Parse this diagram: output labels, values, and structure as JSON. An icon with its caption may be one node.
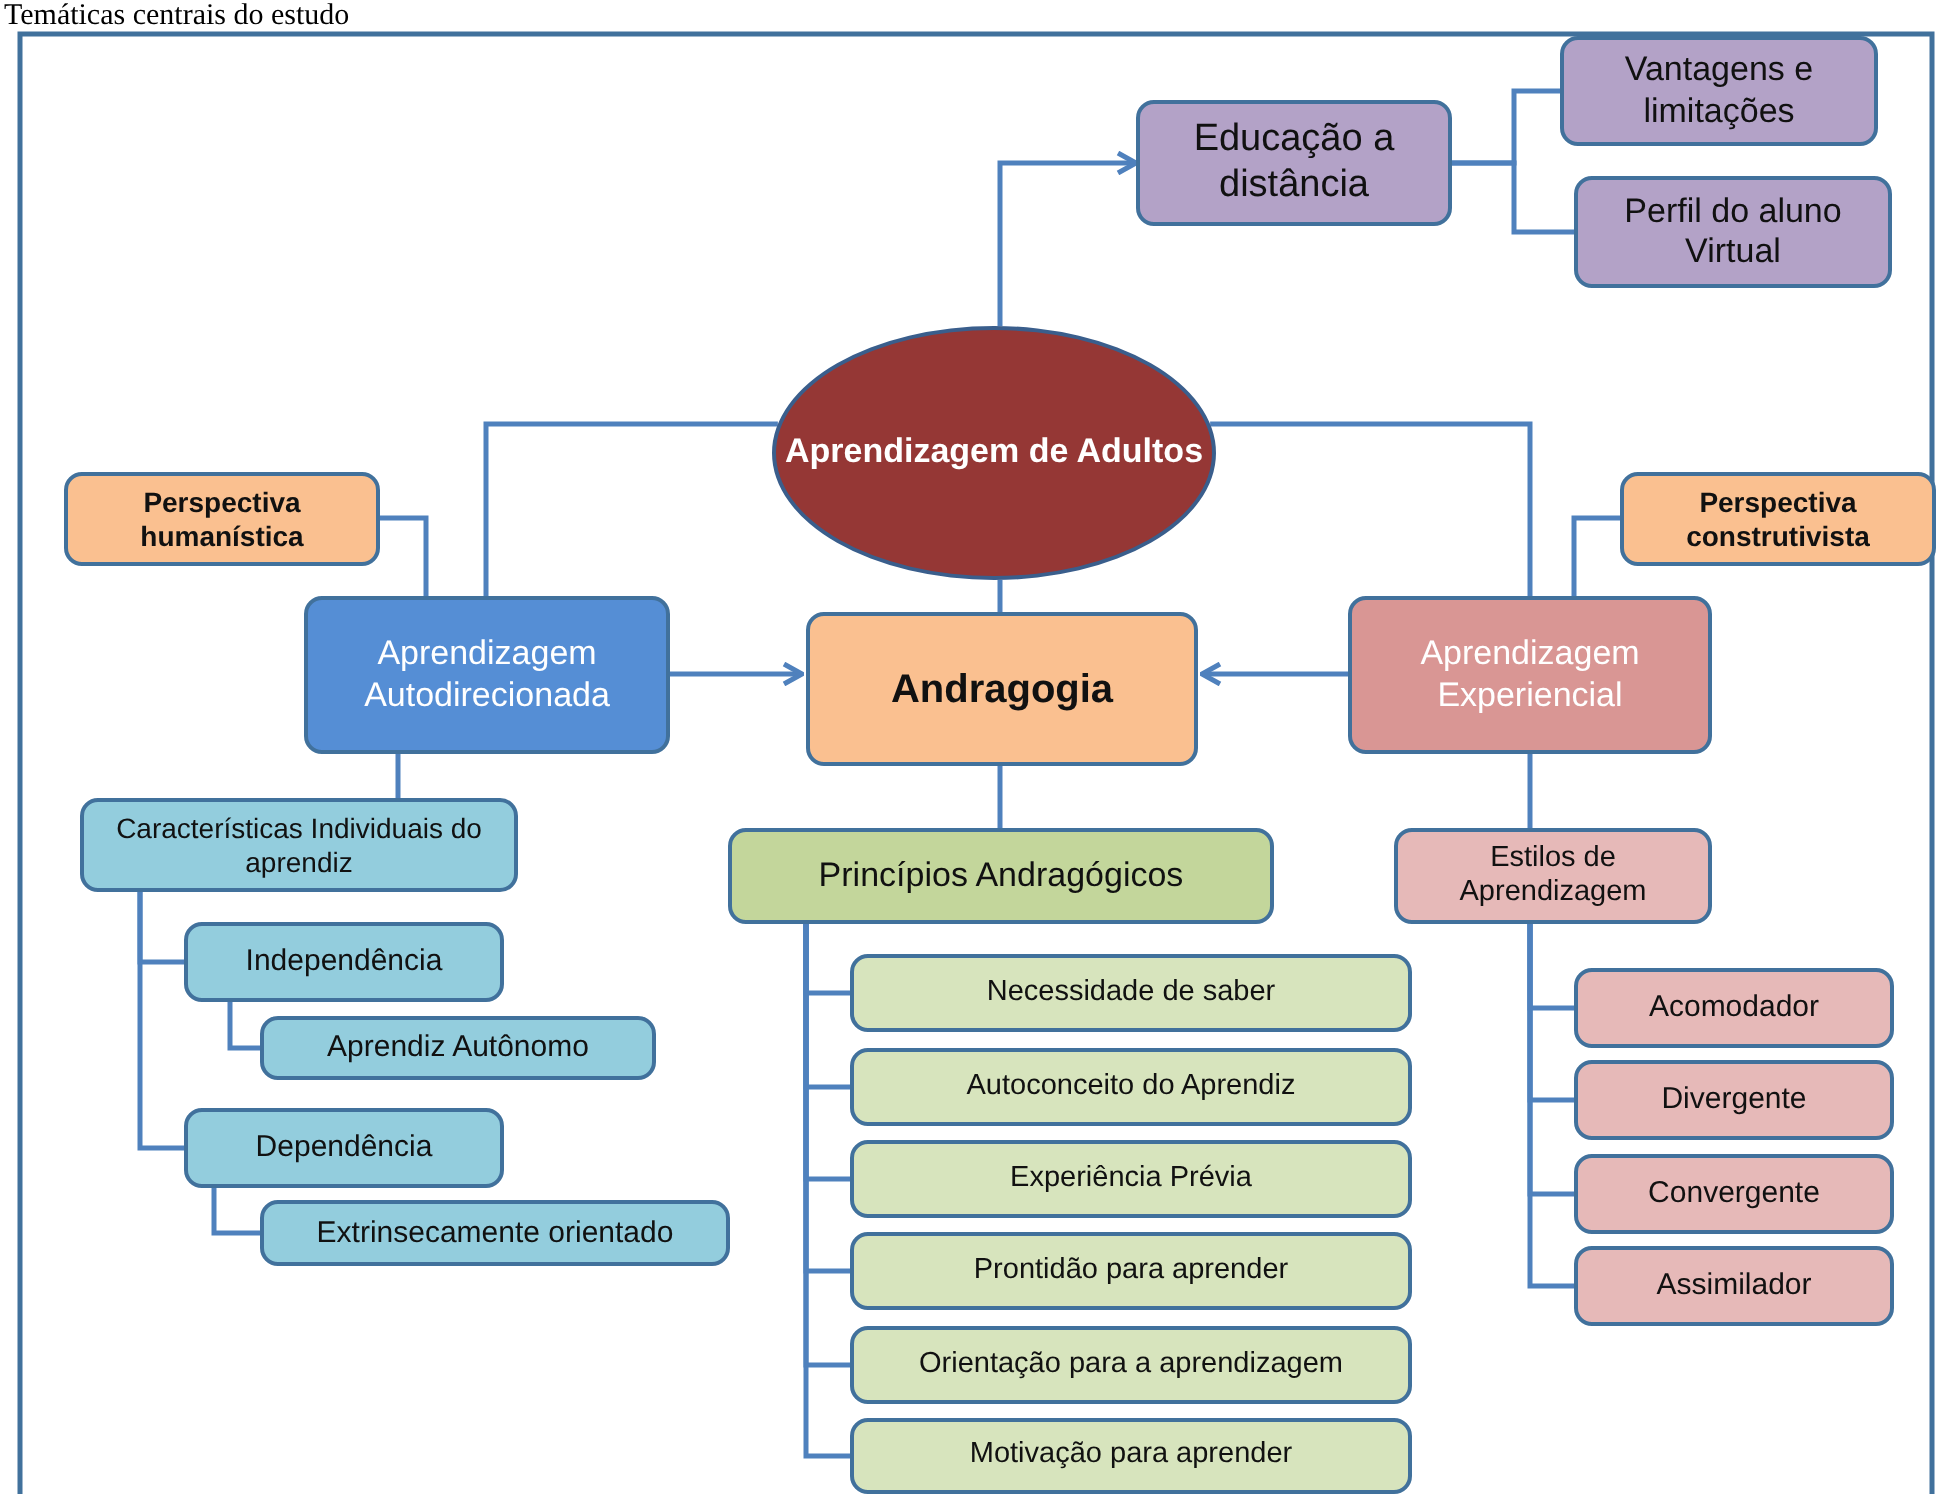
{
  "diagram": {
    "title": "Temáticas centrais do estudo",
    "nodes": [
      {
        "text": [
          "Aprendizagem de Adultos"
        ]
      },
      {
        "text": [
          "Educação a distância"
        ]
      },
      {
        "text": [
          "Vantagens e limitações"
        ]
      },
      {
        "text": [
          "Perfil do aluno Virtual"
        ]
      },
      {
        "text": [
          "Perspectiva humanística"
        ]
      },
      {
        "text": [
          "Aprendizagem Autodirecionada"
        ]
      },
      {
        "text": [
          "Andragogia"
        ]
      },
      {
        "text": [
          "Perspectiva construtivista"
        ]
      },
      {
        "text": [
          "Aprendizagem Experiencial"
        ]
      },
      {
        "text": [
          "Características Individuais do aprendiz"
        ]
      },
      {
        "text": [
          "Independência"
        ]
      },
      {
        "text": [
          "Aprendiz Autônomo"
        ]
      },
      {
        "text": [
          "Dependência"
        ]
      },
      {
        "text": [
          "Extrinsecamente orientado"
        ]
      },
      {
        "text": [
          "Princípios Andragógicos"
        ]
      },
      {
        "text": [
          "Necessidade de saber"
        ]
      },
      {
        "text": [
          "Autoconceito do Aprendiz"
        ]
      },
      {
        "text": [
          "Experiência Prévia"
        ]
      },
      {
        "text": [
          "Prontidão para aprender"
        ]
      },
      {
        "text": [
          "Orientação para a aprendizagem"
        ]
      },
      {
        "text": [
          "Motivação para aprender"
        ]
      },
      {
        "text": [
          "Estilos de Aprendizagem"
        ]
      },
      {
        "text": [
          "Acomodador"
        ]
      },
      {
        "text": [
          "Divergente"
        ]
      },
      {
        "text": [
          "Convergente"
        ]
      },
      {
        "text": [
          "Assimilador"
        ]
      }
    ],
    "edges": [
      {
        "from": 0,
        "to": 1,
        "arrow": "to"
      },
      {
        "from": 1,
        "to": 2,
        "arrow": "none"
      },
      {
        "from": 1,
        "to": 3,
        "arrow": "none"
      },
      {
        "from": 0,
        "to": 5,
        "arrow": "none"
      },
      {
        "from": 4,
        "to": 5,
        "arrow": "none"
      },
      {
        "from": 0,
        "to": 8,
        "arrow": "none"
      },
      {
        "from": 7,
        "to": 8,
        "arrow": "none"
      },
      {
        "from": 0,
        "to": 6,
        "arrow": "none"
      },
      {
        "from": 5,
        "to": 6,
        "arrow": "to"
      },
      {
        "from": 8,
        "to": 6,
        "arrow": "to"
      },
      {
        "from": 5,
        "to": 9,
        "arrow": "none"
      },
      {
        "from": 9,
        "to": 10,
        "arrow": "none"
      },
      {
        "from": 10,
        "to": 11,
        "arrow": "none"
      },
      {
        "from": 9,
        "to": 12,
        "arrow": "none"
      },
      {
        "from": 12,
        "to": 13,
        "arrow": "none"
      },
      {
        "from": 6,
        "to": 14,
        "arrow": "none"
      },
      {
        "from": 14,
        "to": 15,
        "arrow": "none"
      },
      {
        "from": 14,
        "to": 16,
        "arrow": "none"
      },
      {
        "from": 14,
        "to": 17,
        "arrow": "none"
      },
      {
        "from": 14,
        "to": 18,
        "arrow": "none"
      },
      {
        "from": 14,
        "to": 19,
        "arrow": "none"
      },
      {
        "from": 14,
        "to": 20,
        "arrow": "none"
      },
      {
        "from": 8,
        "to": 21,
        "arrow": "none"
      },
      {
        "from": 21,
        "to": 22,
        "arrow": "none"
      },
      {
        "from": 21,
        "to": 23,
        "arrow": "none"
      },
      {
        "from": 21,
        "to": 24,
        "arrow": "none"
      },
      {
        "from": 21,
        "to": 25,
        "arrow": "none"
      }
    ]
  }
}
